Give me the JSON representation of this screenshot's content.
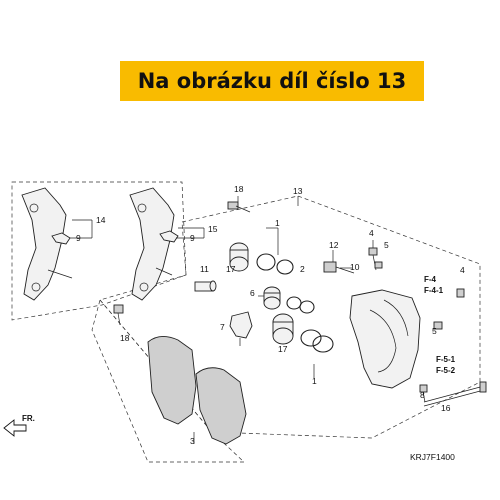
{
  "banner": {
    "text": "Na obrázku díl číslo 13"
  },
  "callouts": {
    "c1a": "1",
    "c1b": "1",
    "c2": "2",
    "c3": "3",
    "c4": "4",
    "c5": "5",
    "c6": "6",
    "c7": "7",
    "c8": "8",
    "c9a": "9",
    "c9b": "9",
    "c11": "11",
    "c12": "12",
    "c13": "13",
    "c14": "14",
    "c15": "15",
    "c16": "16",
    "c17a": "17",
    "c17b": "17",
    "c18a": "18",
    "c18b": "18"
  },
  "refs": {
    "f4": "F-4",
    "f41": "F-4-1",
    "f51": "F-5-1",
    "f52": "F-5-2"
  },
  "direction": "FR.",
  "diagram_code": "KRJ7F1400",
  "colors": {
    "banner": "#f9bb00"
  }
}
